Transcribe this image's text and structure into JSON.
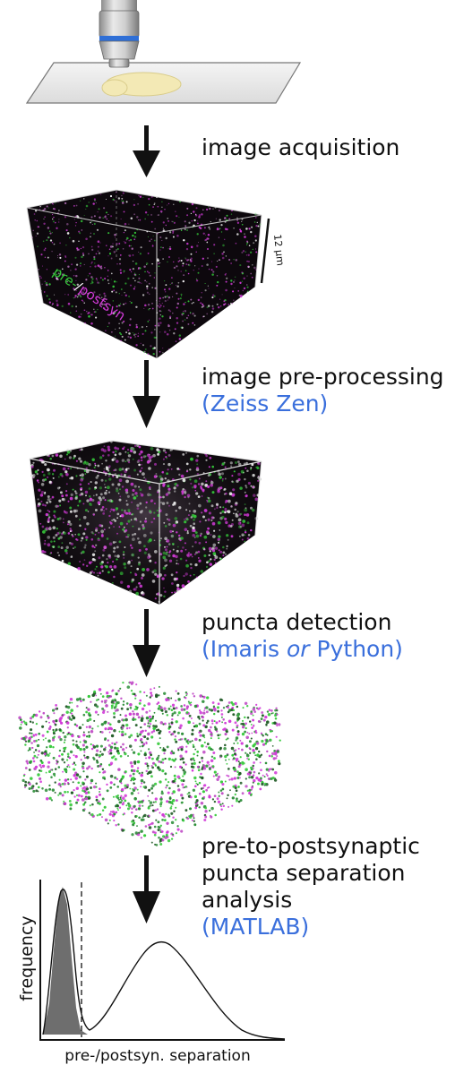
{
  "figure": {
    "steps": [
      {
        "label": "image acquisition"
      },
      {
        "label": "image pre-processing",
        "tool": "(Zeiss Zen)"
      },
      {
        "label": "puncta detection",
        "tool_parts": [
          "(Imaris ",
          "or",
          " Python)"
        ]
      },
      {
        "label_lines": [
          "pre-to-postsynaptic",
          "puncta separation",
          "analysis"
        ],
        "tool": "(MATLAB)"
      }
    ],
    "volume_labels": {
      "scale_bar": "12 µm",
      "channel_pre": "pre-",
      "channel_sep": "/",
      "channel_post": "postsyn."
    },
    "plot": {
      "ylabel": "frequency",
      "xlabel": "pre-/postsyn. separation"
    }
  },
  "colors": {
    "pre_channel": "#35c93a",
    "post_channel": "#d23ad8",
    "tool_text": "#3a6fdc",
    "arrow": "#111111",
    "objective_ring": "#2f6fd6"
  },
  "icons": {
    "microscope": "microscope-objective-icon",
    "arrow": "down-arrow-icon"
  }
}
